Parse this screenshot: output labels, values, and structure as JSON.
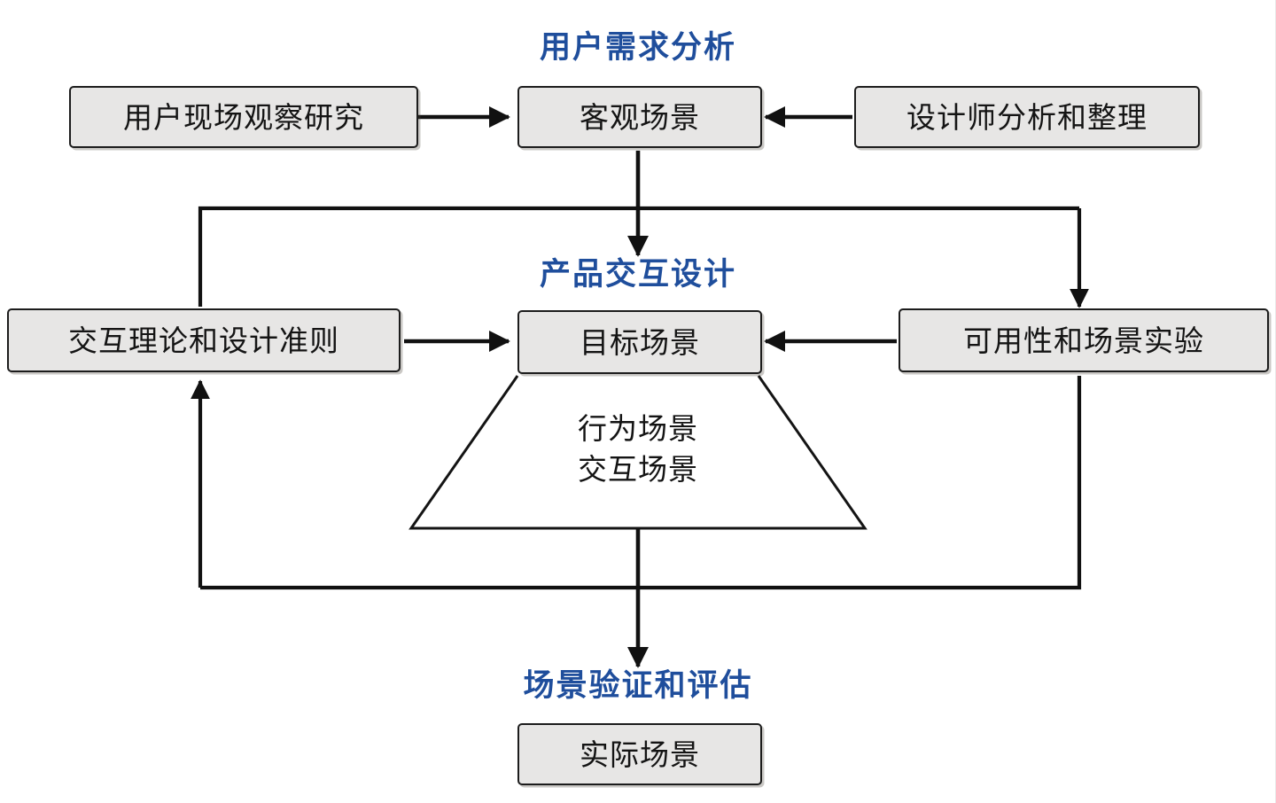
{
  "diagram": {
    "type": "flowchart",
    "title_color": "#1f4e9c",
    "node_fill": "#e7e6e5",
    "node_stroke": "#1c1c1c",
    "stages": [
      {
        "id": "stage-user-requirement",
        "label": "用户需求分析"
      },
      {
        "id": "stage-product-interaction",
        "label": "产品交互设计"
      },
      {
        "id": "stage-scene-validation",
        "label": "场景验证和评估"
      }
    ],
    "nodes": [
      {
        "id": "node-field-observation",
        "label": "用户现场观察研究"
      },
      {
        "id": "node-objective-scene",
        "label": "客观场景"
      },
      {
        "id": "node-designer-analysis",
        "label": "设计师分析和整理"
      },
      {
        "id": "node-interaction-theory",
        "label": "交互理论和设计准则"
      },
      {
        "id": "node-target-scene",
        "label": "目标场景"
      },
      {
        "id": "node-usability-experiment",
        "label": "可用性和场景实验"
      },
      {
        "id": "node-actual-scene",
        "label": "实际场景"
      }
    ],
    "trapezoid": {
      "id": "trapezoid-scenes",
      "lines": [
        "行为场景",
        "交互场景"
      ]
    }
  }
}
